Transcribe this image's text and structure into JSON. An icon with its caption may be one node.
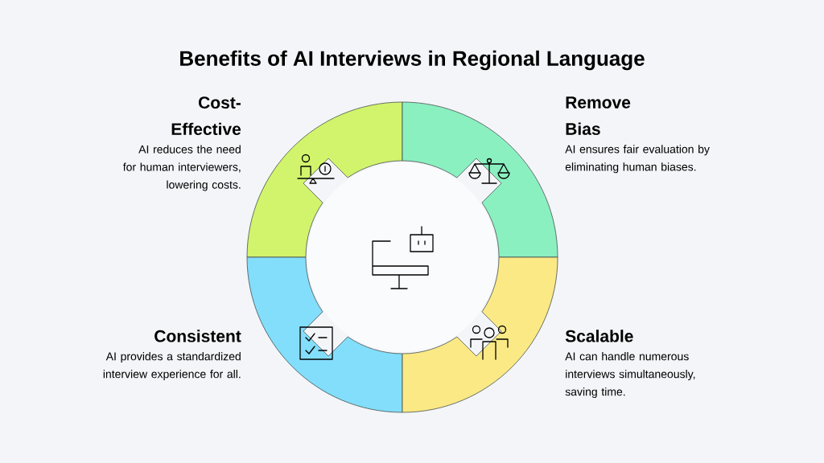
{
  "diagram": {
    "title": "Benefits of AI Interviews in Regional Language",
    "nodes": [
      {
        "text": [
          "Cost-Effective",
          "AI reduces the need for human interviewers, lowering costs."
        ]
      },
      {
        "text": [
          "Remove Bias",
          "AI ensures fair evaluation by eliminating human biases."
        ]
      },
      {
        "text": [
          "Consistent",
          "AI provides a standardized interview experience for all."
        ]
      },
      {
        "text": [
          "Scalable",
          "AI can handle numerous interviews simultaneously, saving time."
        ]
      },
      {
        "text": [],
        "shape": "circle"
      }
    ],
    "edges": []
  }
}
